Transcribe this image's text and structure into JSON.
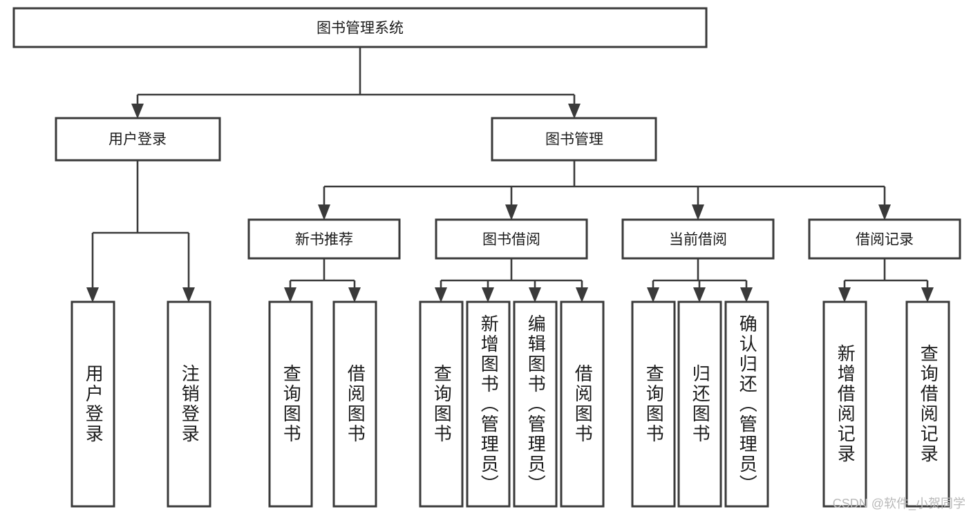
{
  "diagram": {
    "title_node": {
      "label": "图书管理系统"
    },
    "level1": [
      {
        "label": "用户登录"
      },
      {
        "label": "图书管理"
      }
    ],
    "level2": [
      {
        "label": "新书推荐"
      },
      {
        "label": "图书借阅"
      },
      {
        "label": "当前借阅"
      },
      {
        "label": "借阅记录"
      }
    ],
    "leaves": [
      {
        "label": "用户登录"
      },
      {
        "label": "注销登录"
      },
      {
        "label": "查询图书"
      },
      {
        "label": "借阅图书"
      },
      {
        "label": "查询图书"
      },
      {
        "label": "新增图书（管理员）"
      },
      {
        "label": "编辑图书（管理员）"
      },
      {
        "label": "借阅图书"
      },
      {
        "label": "查询图书"
      },
      {
        "label": "归还图书"
      },
      {
        "label": "确认归还（管理员）"
      },
      {
        "label": "新增借阅记录"
      },
      {
        "label": "查询借阅记录"
      }
    ],
    "watermark": "CSDN @软件_小贺同学",
    "colors": {
      "stroke": "#3a3a3a",
      "box_fill": "#ffffff",
      "text": "#1b1b1b",
      "watermark": "#b9b9b9",
      "background": "#ffffff"
    }
  }
}
